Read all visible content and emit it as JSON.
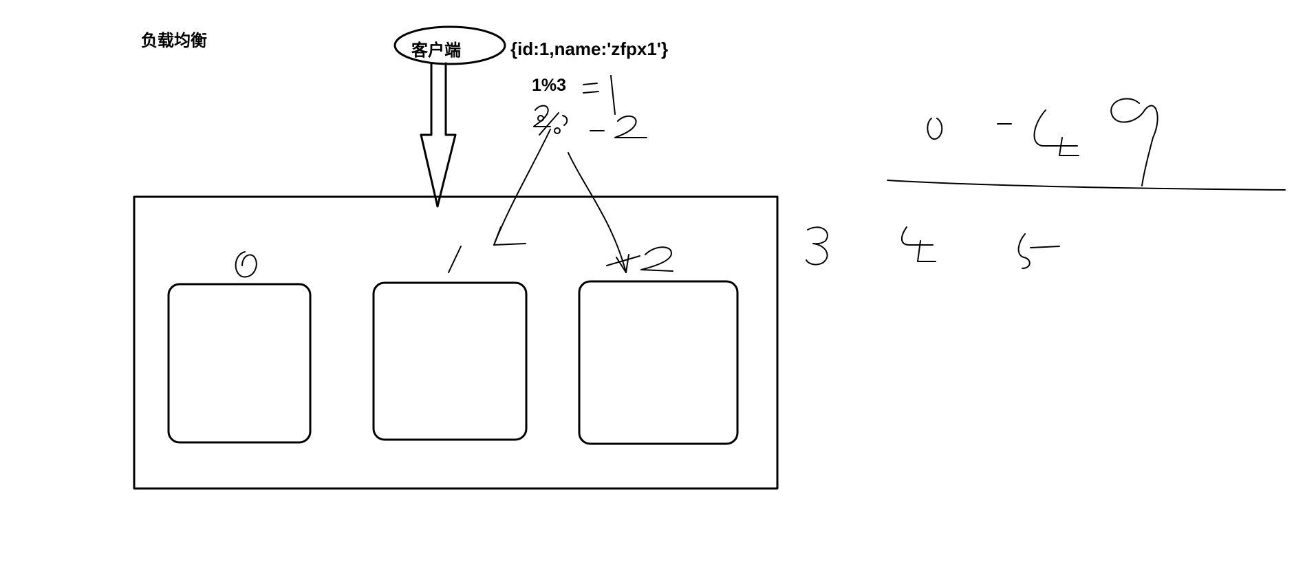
{
  "title": "负载均衡",
  "client": {
    "label": "客户端"
  },
  "record": "{id:1,name:'zfpx1'}",
  "mod_expression": "1%3",
  "colors": {
    "ink": "#000000",
    "background": "#ffffff"
  }
}
